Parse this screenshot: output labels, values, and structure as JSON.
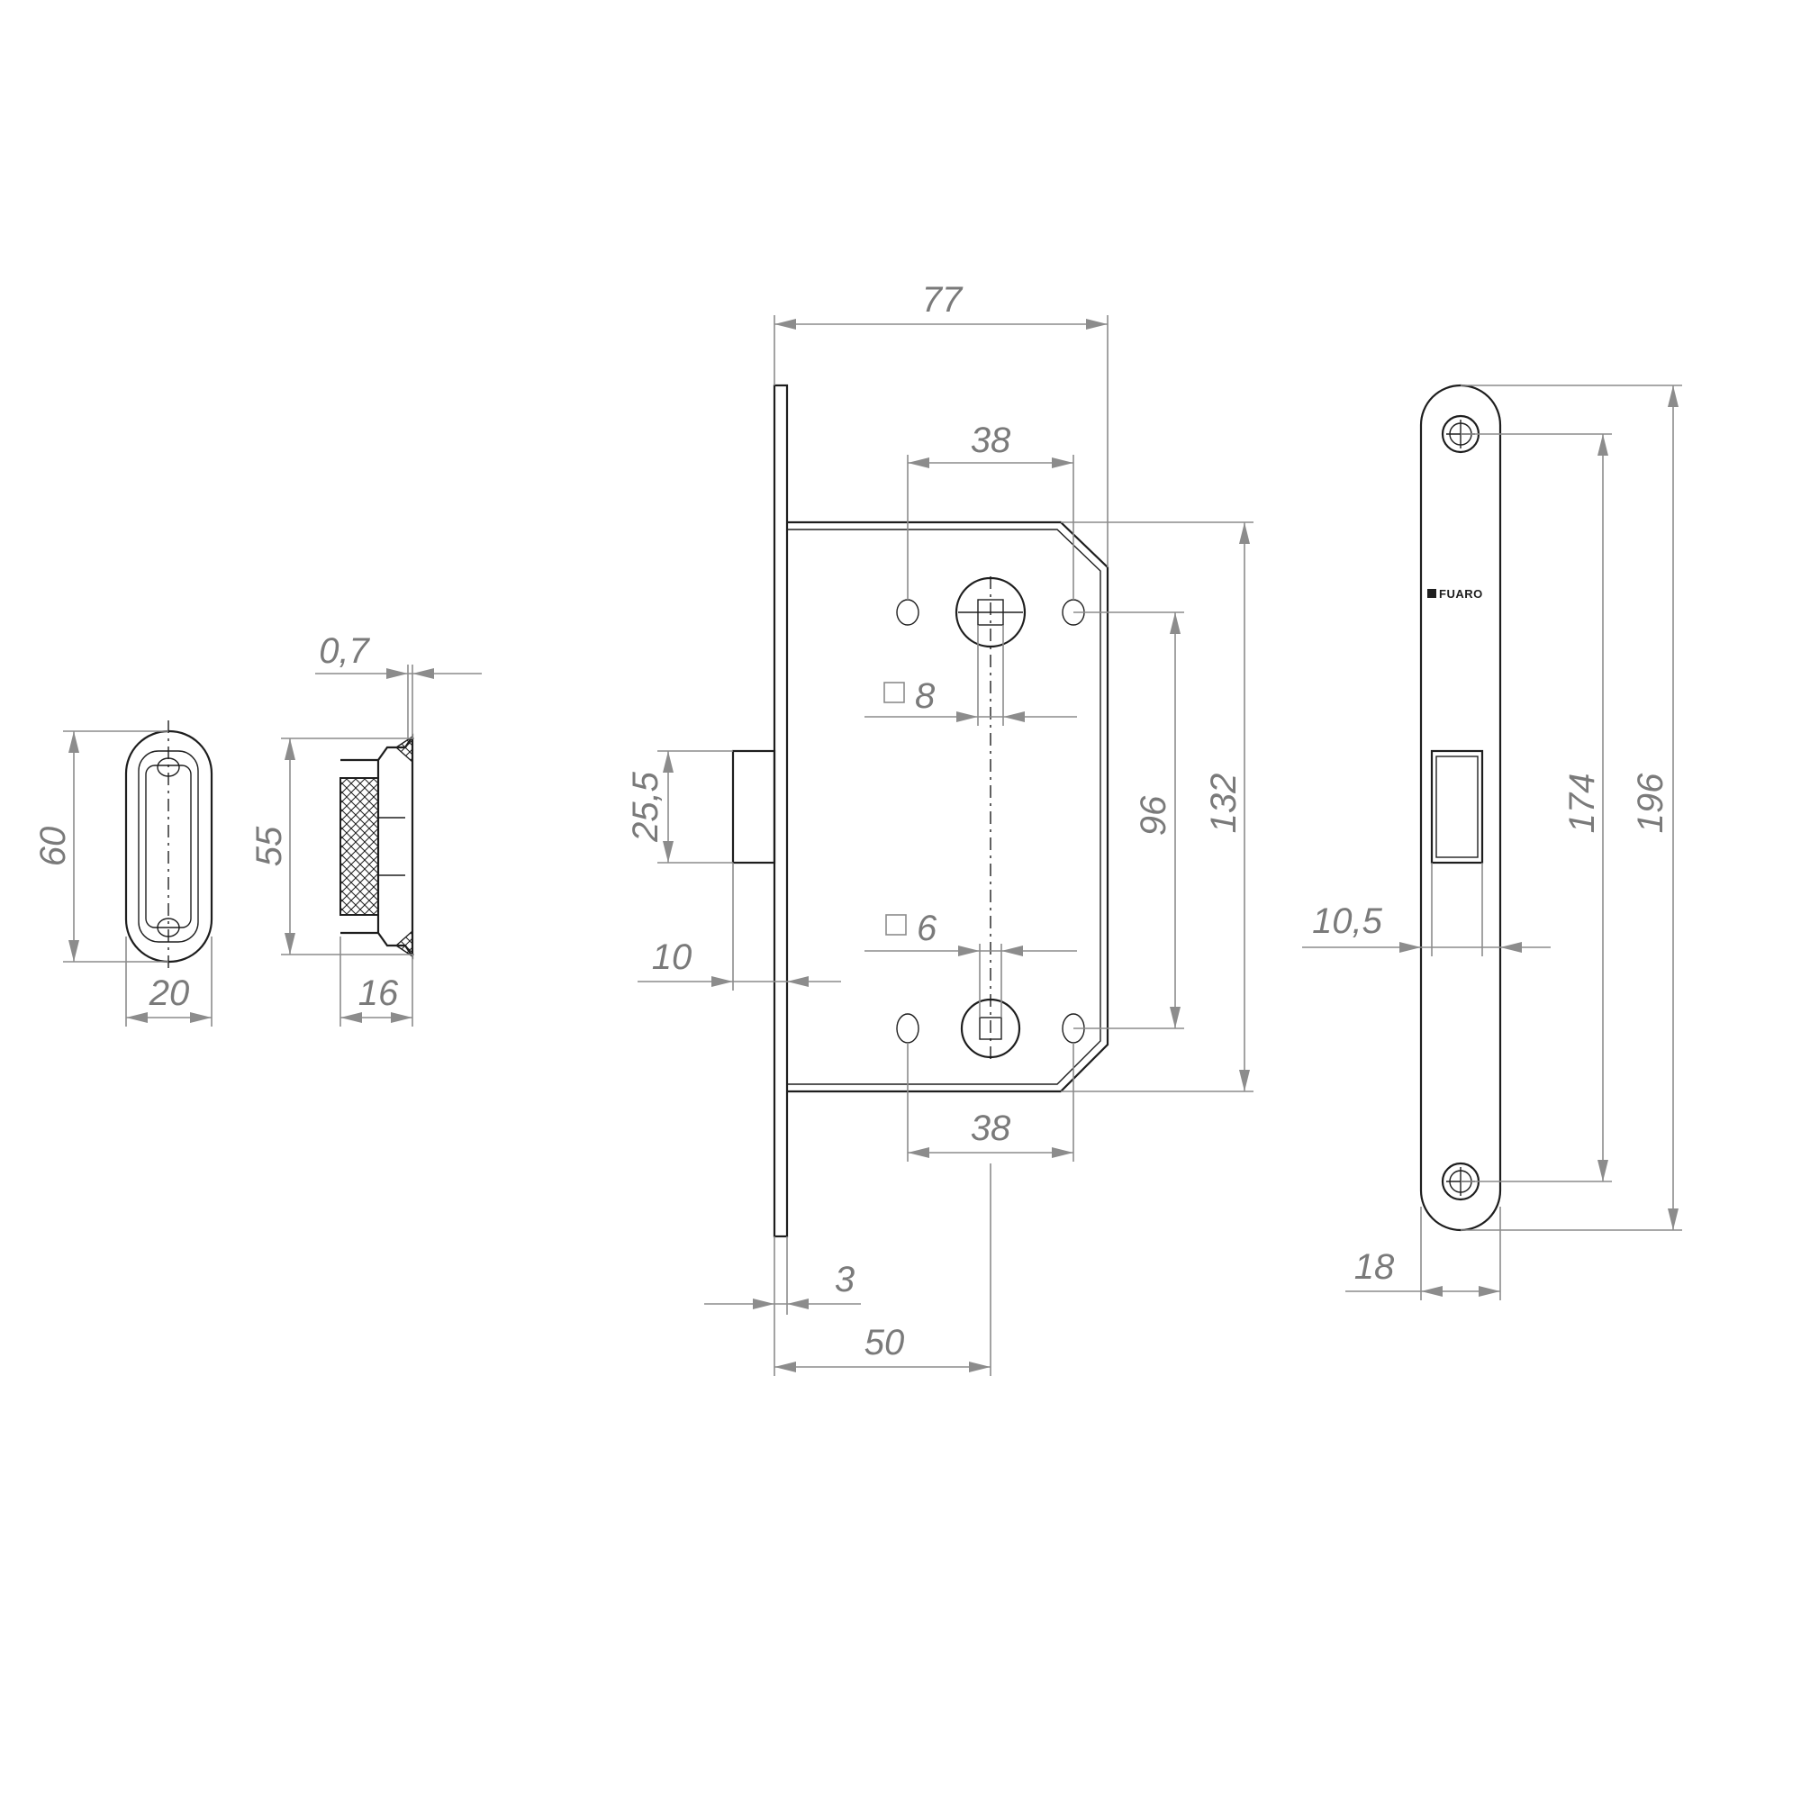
{
  "drawing": {
    "brand_logo": "FUARO",
    "colors": {
      "outline": "#1e1e1e",
      "dimension": "#8c8c8c",
      "text": "#7a7a7a"
    },
    "strike_plate": {
      "height_label": "60",
      "width_label": "20"
    },
    "strike_section": {
      "height_label": "55",
      "depth_label": "16",
      "thickness_label": "0,7"
    },
    "lock_body": {
      "total_width_label": "77",
      "hole_spacing_top_label": "38",
      "square_8_label": "8",
      "square_6_label": "6",
      "latch_height_label": "25,5",
      "latch_projection_label": "10",
      "axis_spacing_label": "96",
      "body_height_label": "132",
      "hole_spacing_bottom_label": "38",
      "faceplate_thickness_label": "3",
      "backset_label": "50"
    },
    "faceplate": {
      "latch_width_label": "10,5",
      "hole_spacing_label": "174",
      "total_height_label": "196",
      "width_label": "18"
    }
  }
}
